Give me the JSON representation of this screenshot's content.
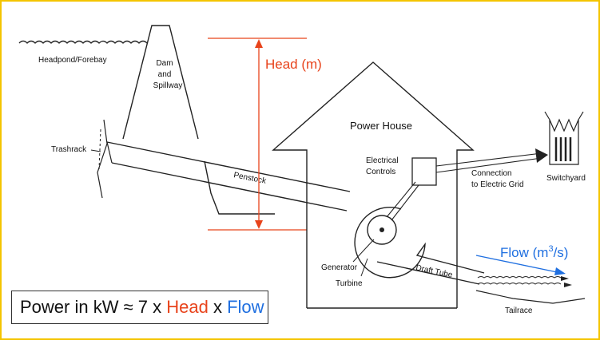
{
  "labels": {
    "headpond": "Headpond/Forebay",
    "dam": "Dam",
    "and": "and",
    "spillway": "Spillway",
    "trashrack": "Trashrack",
    "penstock": "Penstock",
    "head": "Head (m)",
    "power_house": "Power House",
    "electrical": "Electrical",
    "controls": "Controls",
    "connection": "Connection",
    "to_grid": "to Electric Grid",
    "switchyard": "Switchyard",
    "generator": "Generator",
    "turbine": "Turbine",
    "draft_tube": "Draft Tube",
    "tailrace": "Tailrace",
    "flow_prefix": "Flow (m",
    "flow_exp": "3",
    "flow_suffix": "/s)"
  },
  "formula": {
    "prefix": "Power in kW ≈ 7 x ",
    "head": "Head",
    "mid": " x ",
    "flow": "Flow"
  },
  "colors": {
    "head_red": "#e8431b",
    "flow_blue": "#1f6fe0",
    "border_yellow": "#f4c400"
  }
}
